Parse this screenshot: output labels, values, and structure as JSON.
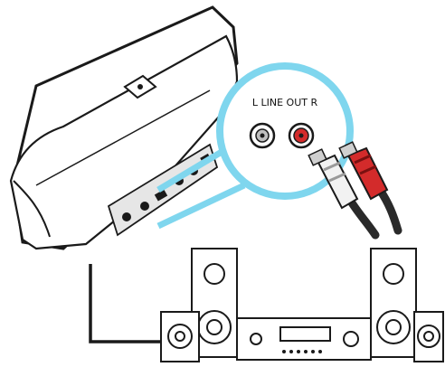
{
  "diagram": {
    "port_label": "L LINE OUT R"
  },
  "colors": {
    "line": "#1a1a1a",
    "device_body": "#ffffff",
    "device_shade": "#e6e6e6",
    "highlight_ring": "#7fd6ee",
    "plug_red": "#d32b2b",
    "plug_dark_red": "#7a1010",
    "plug_white": "#f2f2f2",
    "plug_grey": "#9a9a9a",
    "cable_black": "#2a2a2a"
  },
  "icons": {
    "device": "docking-speaker",
    "connector": "rca-plug-pair",
    "stereo": "hifi-system"
  }
}
